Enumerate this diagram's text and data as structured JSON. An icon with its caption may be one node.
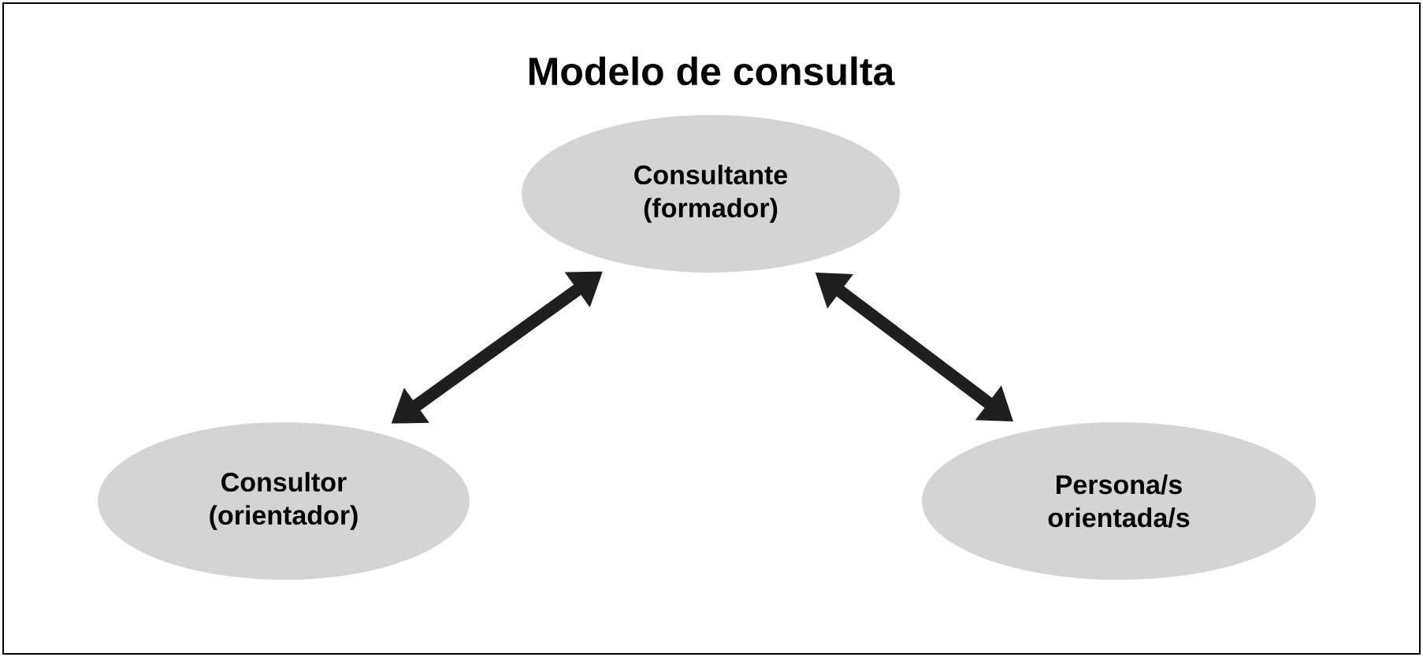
{
  "diagram": {
    "title": "Modelo de consulta",
    "nodes": [
      {
        "text": [
          "Consultante (formador)"
        ]
      },
      {
        "text": [
          "Consultor (orientador)"
        ]
      },
      {
        "text": [
          "Persona/s orientada/s"
        ]
      }
    ],
    "edges": [
      {
        "from": 0,
        "to": 1,
        "arrow": "both"
      },
      {
        "from": 0,
        "to": 2,
        "arrow": "both"
      }
    ]
  }
}
